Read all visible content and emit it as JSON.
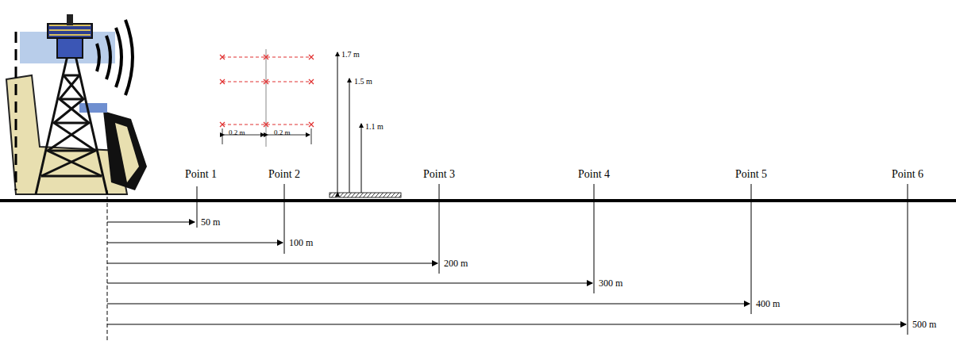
{
  "diagram": {
    "labels": [
      "1.7 m",
      "1.5 m",
      "1.1 m",
      "0.2 m",
      "0.2 m",
      "Point 1",
      "Point 2",
      "Point 3",
      "Point 4",
      "Point 5",
      "Point 6",
      "50 m",
      "100 m",
      "200 m",
      "300 m",
      "400 m",
      "500 m"
    ]
  }
}
